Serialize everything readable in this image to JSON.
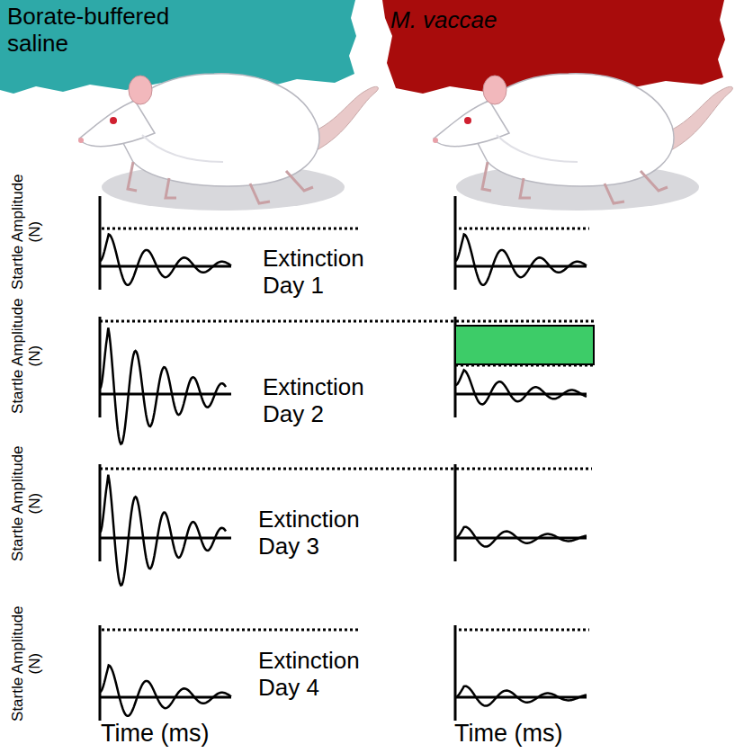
{
  "diagram": {
    "nodes": [
      {
        "text": [
          "Borate-buffered saline"
        ]
      },
      {
        "text": [
          "M. vaccae"
        ]
      }
    ],
    "labels": [
      "Startle Amplitude (N)",
      "Extinction Day 1",
      "Startle Amplitude (N)",
      "Extinction Day 2",
      "Startle Amplitude (N)",
      "Extinction Day 3",
      "Startle Amplitude (N)",
      "Extinction Day 4",
      "Time (ms)",
      "Time (ms)"
    ]
  }
}
